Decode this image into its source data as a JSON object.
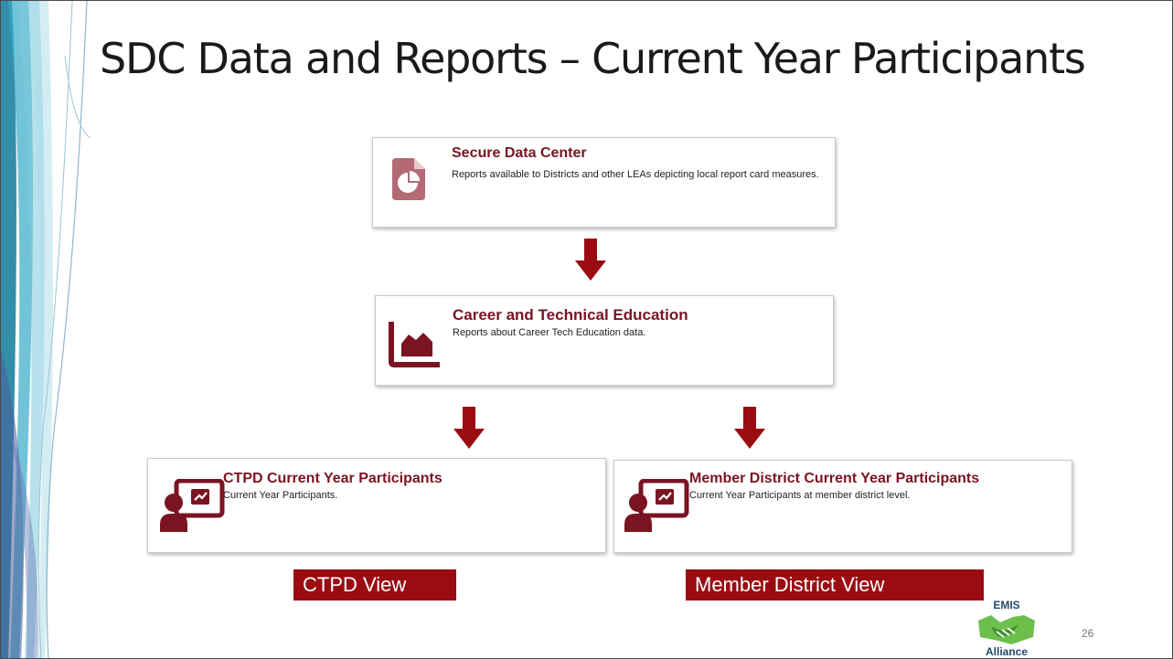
{
  "slide": {
    "title": "SDC Data and Reports – Current Year Participants",
    "page_number": "26"
  },
  "cards": {
    "sdc": {
      "title": "Secure Data Center",
      "description": "Reports available to Districts and other LEAs depicting local report card measures."
    },
    "cte": {
      "title": "Career and Technical Education",
      "description": "Reports about Career Tech Education data."
    },
    "ctpd": {
      "title": "CTPD Current Year Participants",
      "description": "Current Year Participants."
    },
    "member": {
      "title": "Member District Current Year Participants",
      "description": "Current Year Participants at member district level."
    }
  },
  "labels": {
    "ctpd_view": "CTPD View",
    "member_view": "Member District View"
  },
  "logo": {
    "top_text": "EMIS",
    "bottom_text": "Alliance"
  },
  "colors": {
    "accent": "#7a1422",
    "label_bg": "#9b0c12",
    "icon": "#7a1422",
    "icon_light": "#b36a74",
    "logo_green": "#6cbf4a",
    "logo_blue": "#1f4a6e"
  },
  "icons": {
    "sdc": "document-pie-chart-icon",
    "cte": "area-chart-icon",
    "ctpd": "presenter-chart-icon",
    "member": "presenter-chart-icon",
    "arrows": "arrow-down-icon",
    "logo": "handshake-icon"
  }
}
